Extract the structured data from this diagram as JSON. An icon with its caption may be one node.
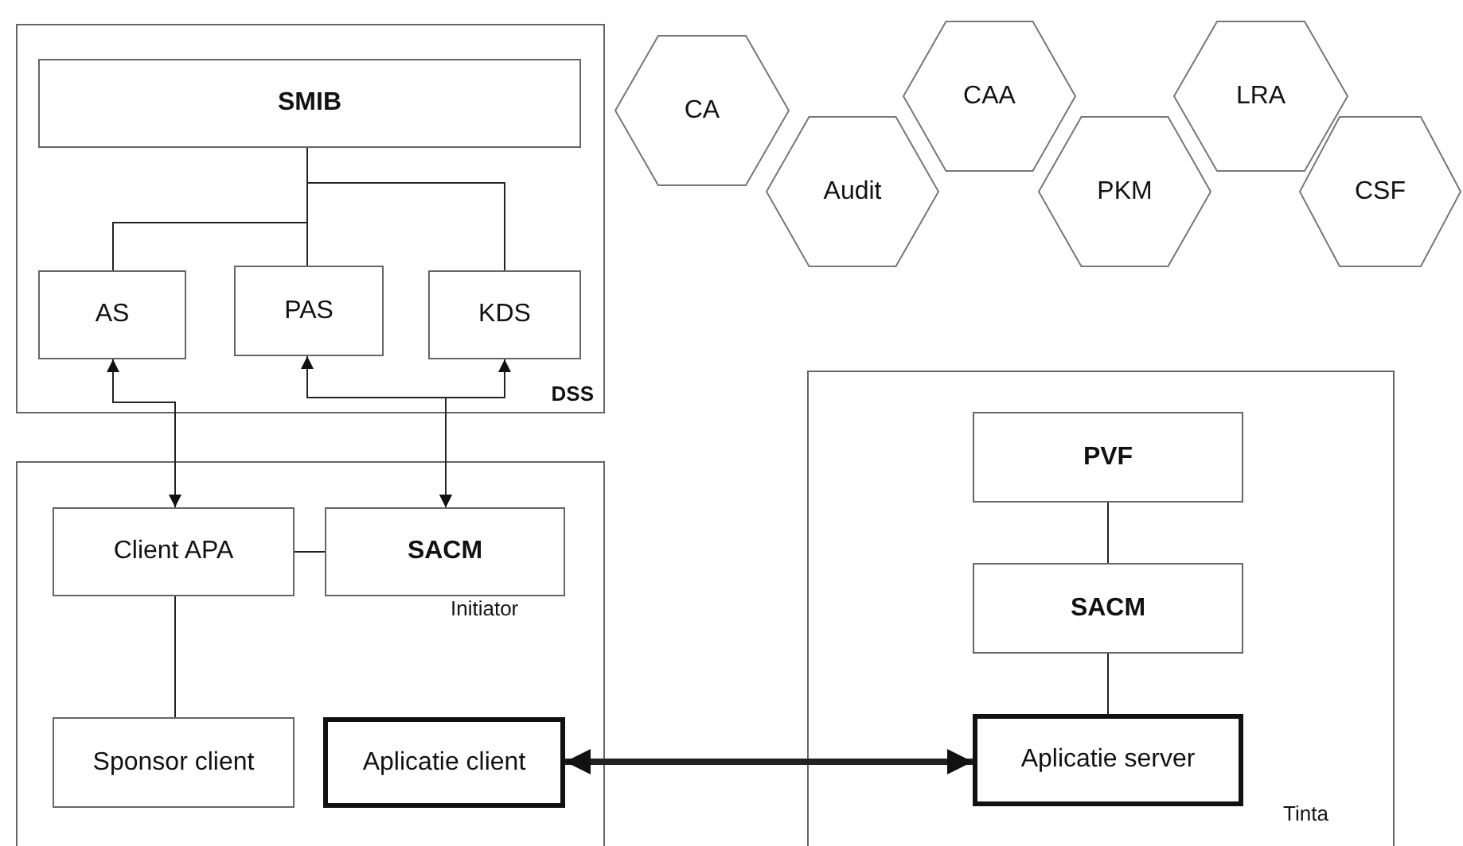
{
  "diagram": {
    "nodes": [
      {
        "text": [
          "DSS"
        ]
      },
      {
        "text": [
          "SMIB"
        ],
        "in": 0
      },
      {
        "text": [
          "AS"
        ],
        "in": 0
      },
      {
        "text": [
          "PAS"
        ],
        "in": 0
      },
      {
        "text": [
          "KDS"
        ],
        "in": 0
      },
      {
        "text": [
          "Initiator"
        ]
      },
      {
        "text": [
          "Client APA"
        ],
        "in": 5
      },
      {
        "text": [
          "SACM"
        ],
        "in": 5
      },
      {
        "text": [
          "Sponsor client"
        ],
        "in": 5
      },
      {
        "text": [
          "Aplicatie client"
        ],
        "in": 5
      },
      {
        "text": [
          "Tinta"
        ]
      },
      {
        "text": [
          "PVF"
        ],
        "in": 10
      },
      {
        "text": [
          "SACM"
        ],
        "in": 10
      },
      {
        "text": [
          "Aplicatie server"
        ],
        "in": 10
      },
      {
        "text": [
          "CA"
        ]
      },
      {
        "text": [
          "Audit"
        ]
      },
      {
        "text": [
          "CAA"
        ]
      },
      {
        "text": [
          "PKM"
        ]
      },
      {
        "text": [
          "LRA"
        ]
      },
      {
        "text": [
          "CSF"
        ]
      }
    ],
    "edges": [
      {
        "from": 1,
        "to": 2,
        "arrow": "none"
      },
      {
        "from": 1,
        "to": 3,
        "arrow": "none"
      },
      {
        "from": 1,
        "to": 4,
        "arrow": "none"
      },
      {
        "from": 2,
        "to": 6,
        "arrow": "both"
      },
      {
        "from": 3,
        "to": 7,
        "arrow": "both"
      },
      {
        "from": 4,
        "to": 7,
        "arrow": "both"
      },
      {
        "from": 6,
        "to": 7,
        "arrow": "none"
      },
      {
        "from": 6,
        "to": 8,
        "arrow": "none"
      },
      {
        "from": 9,
        "to": 13,
        "arrow": "both",
        "style": "thick"
      },
      {
        "from": 11,
        "to": 12,
        "arrow": "none"
      },
      {
        "from": 12,
        "to": 13,
        "arrow": "none"
      }
    ]
  }
}
